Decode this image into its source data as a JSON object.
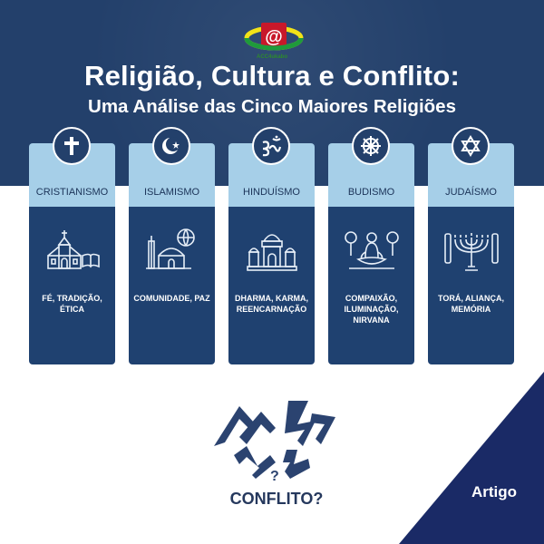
{
  "logo": {
    "glyph": "@",
    "caption": "ACC4ukabo"
  },
  "header": {
    "title": "Religião, Cultura e Conflito:",
    "subtitle": "Uma Análise das Cinco Maiores Religiões"
  },
  "religions": [
    {
      "name": "CRISTIANISMO",
      "symbol": "cross-icon",
      "building": "church-icon",
      "tags": "FÉ, TRADIÇÃO, ÉTICA"
    },
    {
      "name": "ISLAMISMO",
      "symbol": "crescent-star-icon",
      "building": "mosque-globe-icon",
      "tags": "COMUNIDADE, PAZ"
    },
    {
      "name": "HINDUÍSMO",
      "symbol": "om-icon",
      "building": "temple-icon",
      "tags": "DHARMA, KARMA, REENCARNAÇÃO"
    },
    {
      "name": "BUDISMO",
      "symbol": "dharma-wheel-icon",
      "building": "meditating-figure-icon",
      "tags": "COMPAIXÃO, ILUMINAÇÃO, NIRVANA"
    },
    {
      "name": "JUDAÍSMO",
      "symbol": "star-of-david-icon",
      "building": "menorah-icon",
      "tags": "TORÁ, ALIANÇA, MEMÓRIA"
    }
  ],
  "conflict": {
    "question_mark": "?",
    "label": "CONFLITO?"
  },
  "corner": {
    "label": "Artigo"
  },
  "colors": {
    "navy": "#23406b",
    "card": "#1f4170",
    "card_head": "#a6cfe8",
    "corner": "#1a2a66"
  }
}
